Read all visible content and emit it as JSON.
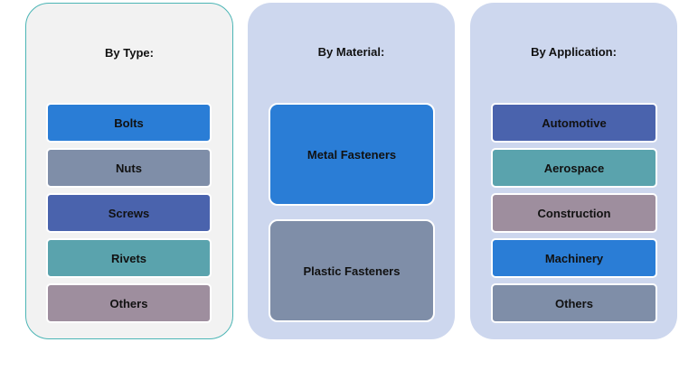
{
  "colors": {
    "blue": "#2a7dd6",
    "slate": "#7f8ea8",
    "indigo": "#4a63ad",
    "teal": "#5aa3ad",
    "mauve": "#9e8e9e",
    "panel_grey": "#f2f2f2",
    "panel_blue": "#cdd7ee",
    "panel_border": "#4bb5b5"
  },
  "panels": [
    {
      "title": "By Type:",
      "items": [
        {
          "label": "Bolts",
          "color": "#2a7dd6"
        },
        {
          "label": "Nuts",
          "color": "#7f8ea8"
        },
        {
          "label": "Screws",
          "color": "#4a63ad"
        },
        {
          "label": "Rivets",
          "color": "#5aa3ad"
        },
        {
          "label": "Others",
          "color": "#9e8e9e"
        }
      ]
    },
    {
      "title": "By Material:",
      "items": [
        {
          "label": "Metal Fasteners",
          "color": "#2a7dd6"
        },
        {
          "label": "Plastic Fasteners",
          "color": "#7f8ea8"
        }
      ]
    },
    {
      "title": "By Application:",
      "items": [
        {
          "label": "Automotive",
          "color": "#4a63ad"
        },
        {
          "label": "Aerospace",
          "color": "#5aa3ad"
        },
        {
          "label": "Construction",
          "color": "#9e8e9e"
        },
        {
          "label": "Machinery",
          "color": "#2a7dd6"
        },
        {
          "label": "Others",
          "color": "#7f8ea8"
        }
      ]
    }
  ]
}
